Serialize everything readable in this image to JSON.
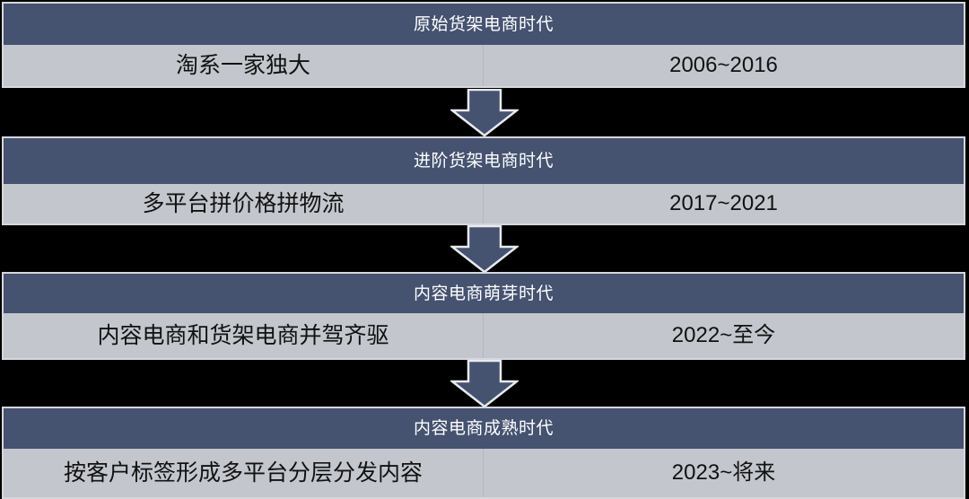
{
  "diagram": {
    "type": "vertical-flow-timeline",
    "colors": {
      "header_fill": "#455270",
      "row_fill": "#c3c7cd",
      "border": "#d5d7dc",
      "arrow_fill": "#455270",
      "arrow_stroke": "#e8eaee",
      "background": "#000000",
      "header_text": "#ffffff",
      "row_text": "#111111"
    },
    "arrow_icon_name": "down-arrow-icon",
    "stages": [
      {
        "title": "原始货架电商时代",
        "description": "淘系一家独大",
        "period": "2006~2016"
      },
      {
        "title": "进阶货架电商时代",
        "description": "多平台拼价格拼物流",
        "period": "2017~2021"
      },
      {
        "title": "内容电商萌芽时代",
        "description": "内容电商和货架电商并驾齐驱",
        "period": "2022~至今"
      },
      {
        "title": "内容电商成熟时代",
        "description": "按客户标签形成多平台分层分发内容",
        "period": "2023~将来"
      }
    ]
  }
}
